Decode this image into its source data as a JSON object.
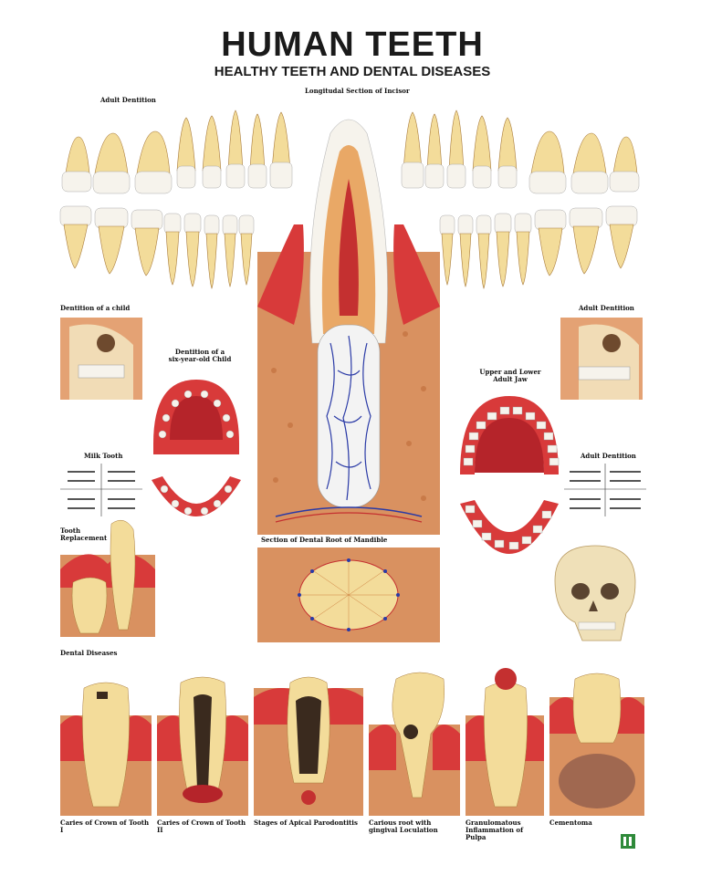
{
  "title": "HUMAN TEETH",
  "subtitle": "HEALTHY TEETH AND DENTAL DISEASES",
  "labels": {
    "adult_dentition_top": "Adult Dentition",
    "longitudinal": "Longitudal Section of Incisor",
    "child": "Dentition of a child",
    "six_year": "Dentition of a six-year-old Child",
    "milk_tooth": "Milk Tooth",
    "tooth_replacement": "Tooth Replacement",
    "section_root": "Section of Dental Root of Mandible",
    "upper_lower": "Upper and Lower Adult Jaw",
    "adult_dentition_side": "Adult Dentition",
    "adult_dentition_chart": "Adult Dentition",
    "dental_diseases": "Dental Diseases"
  },
  "diseases": [
    {
      "title": "Caries of Crown of Tooth I"
    },
    {
      "title": "Caries of Crown of Tooth II"
    },
    {
      "title": "Stages of Apical Parodontitis"
    },
    {
      "title": "Carious root with gingival Loculation"
    },
    {
      "title": "Granulomatous Inflammation of Pulpa"
    },
    {
      "title": "Cementoma"
    }
  ],
  "colors": {
    "gum": "#d83a3a",
    "bone": "#d99160",
    "tooth": "#f3dc9a",
    "enamel": "#f6f3ec",
    "vein": "#2a3aa6"
  }
}
